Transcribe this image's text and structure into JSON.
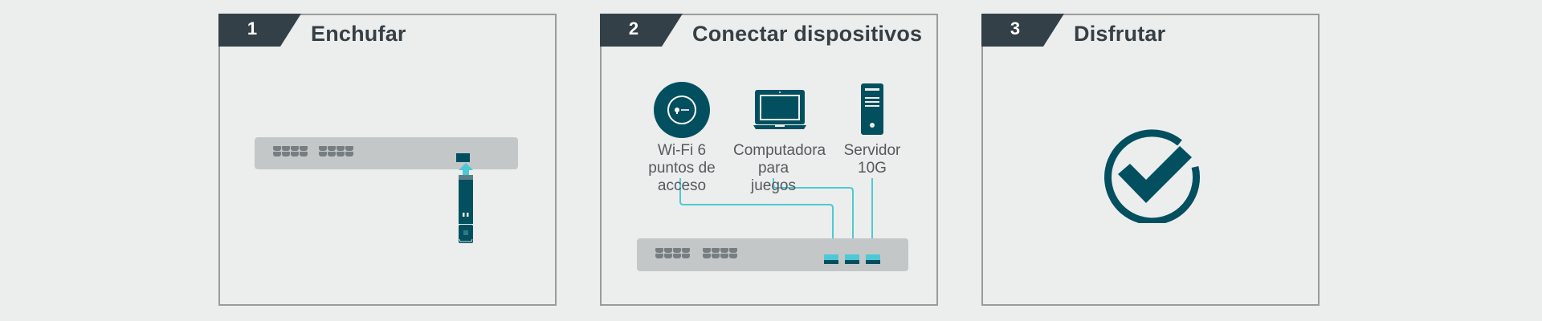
{
  "colors": {
    "background": "#eceeed",
    "card_border": "#9a9c9c",
    "badge_bg": "#344047",
    "title": "#363f44",
    "teal_dark": "#02505f",
    "teal_light": "#4fc8d6",
    "switch_body": "#c4c7c8",
    "port_gray": "#777e82"
  },
  "steps": [
    {
      "number": "1",
      "title": "Enchufar",
      "illustration": "switch-with-sfp-module-inserting",
      "icons": [
        "switch-icon",
        "sfp-port-icon",
        "up-arrow-icon",
        "sfp-module-icon"
      ]
    },
    {
      "number": "2",
      "title": "Conectar dispositivos",
      "devices": [
        {
          "icon": "access-point-icon",
          "label_lines": [
            "Wi-Fi 6",
            "puntos de",
            "acceso"
          ]
        },
        {
          "icon": "laptop-icon",
          "label_lines": [
            "Computadora",
            "para",
            "juegos"
          ]
        },
        {
          "icon": "server-tower-icon",
          "label_lines": [
            "Servidor",
            "10G"
          ]
        }
      ],
      "illustration": "devices-cabled-to-switch"
    },
    {
      "number": "3",
      "title": "Disfrutar",
      "illustration": "check-circle-icon"
    }
  ]
}
